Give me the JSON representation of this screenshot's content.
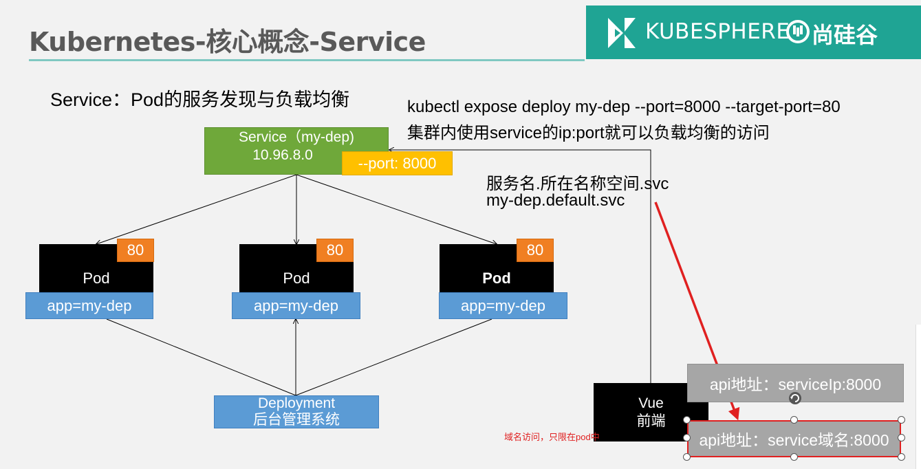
{
  "title": "Kubernetes-核心概念-Service",
  "logo": {
    "kubesphere_text": "KUBESPHERE",
    "brand_text": "尚硅谷",
    "panel_color": "#1fa494"
  },
  "subtitle": "Service：Pod的服务发现与负载均衡",
  "command": {
    "line1": "kubectl expose deploy my-dep --port=8000 --target-port=80",
    "line2": "集群内使用service的ip:port就可以负载均衡的访问"
  },
  "dns": {
    "line1": "服务名.所在名称空间.svc",
    "line2": "my-dep.default.svc"
  },
  "service": {
    "name": "Service（my-dep)",
    "ip": "10.96.8.0",
    "port_label": "--port: 8000",
    "color": "#6fa83a",
    "port_color": "#ffc000"
  },
  "pods": [
    {
      "name": "Pod",
      "port": "80",
      "label": "app=my-dep"
    },
    {
      "name": "Pod",
      "port": "80",
      "label": "app=my-dep"
    },
    {
      "name": "Pod",
      "port": "80",
      "label": "app=my-dep"
    }
  ],
  "deployment": {
    "line1": "Deployment",
    "line2": "后台管理系统"
  },
  "vue": {
    "line1": "Vue",
    "line2": "前端"
  },
  "api": {
    "ip_addr": "api地址：serviceIp:8000",
    "dns_addr": "api地址：service域名:8000"
  },
  "note": "域名访问，只限在pod中",
  "colors": {
    "label_blue": "#5b9bd5",
    "port_orange": "#f07f22",
    "arrow_red": "#e02020"
  }
}
